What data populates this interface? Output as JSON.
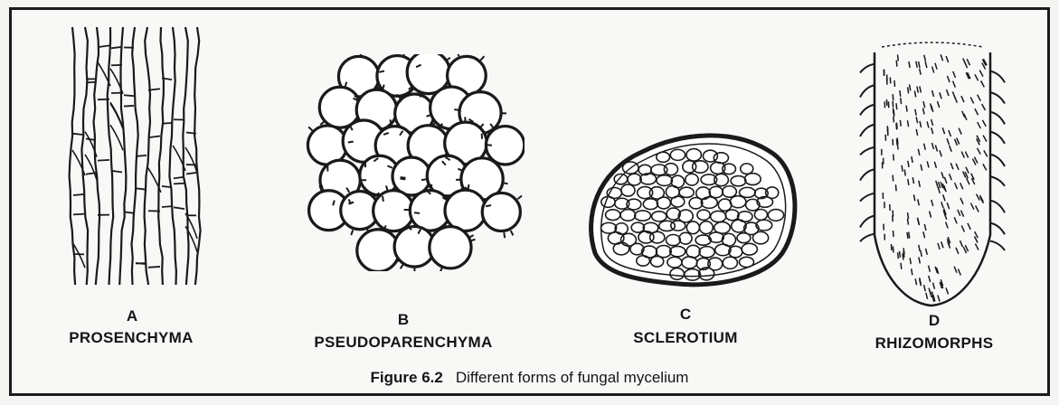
{
  "panels": [
    {
      "letter": "A",
      "name": "PROSENCHYMA"
    },
    {
      "letter": "B",
      "name": "PSEUDOPARENCHYMA"
    },
    {
      "letter": "C",
      "name": "SCLEROTIUM"
    },
    {
      "letter": "D",
      "name": "RHIZOMORPHS"
    }
  ],
  "caption": {
    "number": "Figure 6.2",
    "text": "Different forms of fungal mycelium"
  },
  "colors": {
    "ink": "#1a1a1a",
    "paper": "#f8f8f6"
  }
}
